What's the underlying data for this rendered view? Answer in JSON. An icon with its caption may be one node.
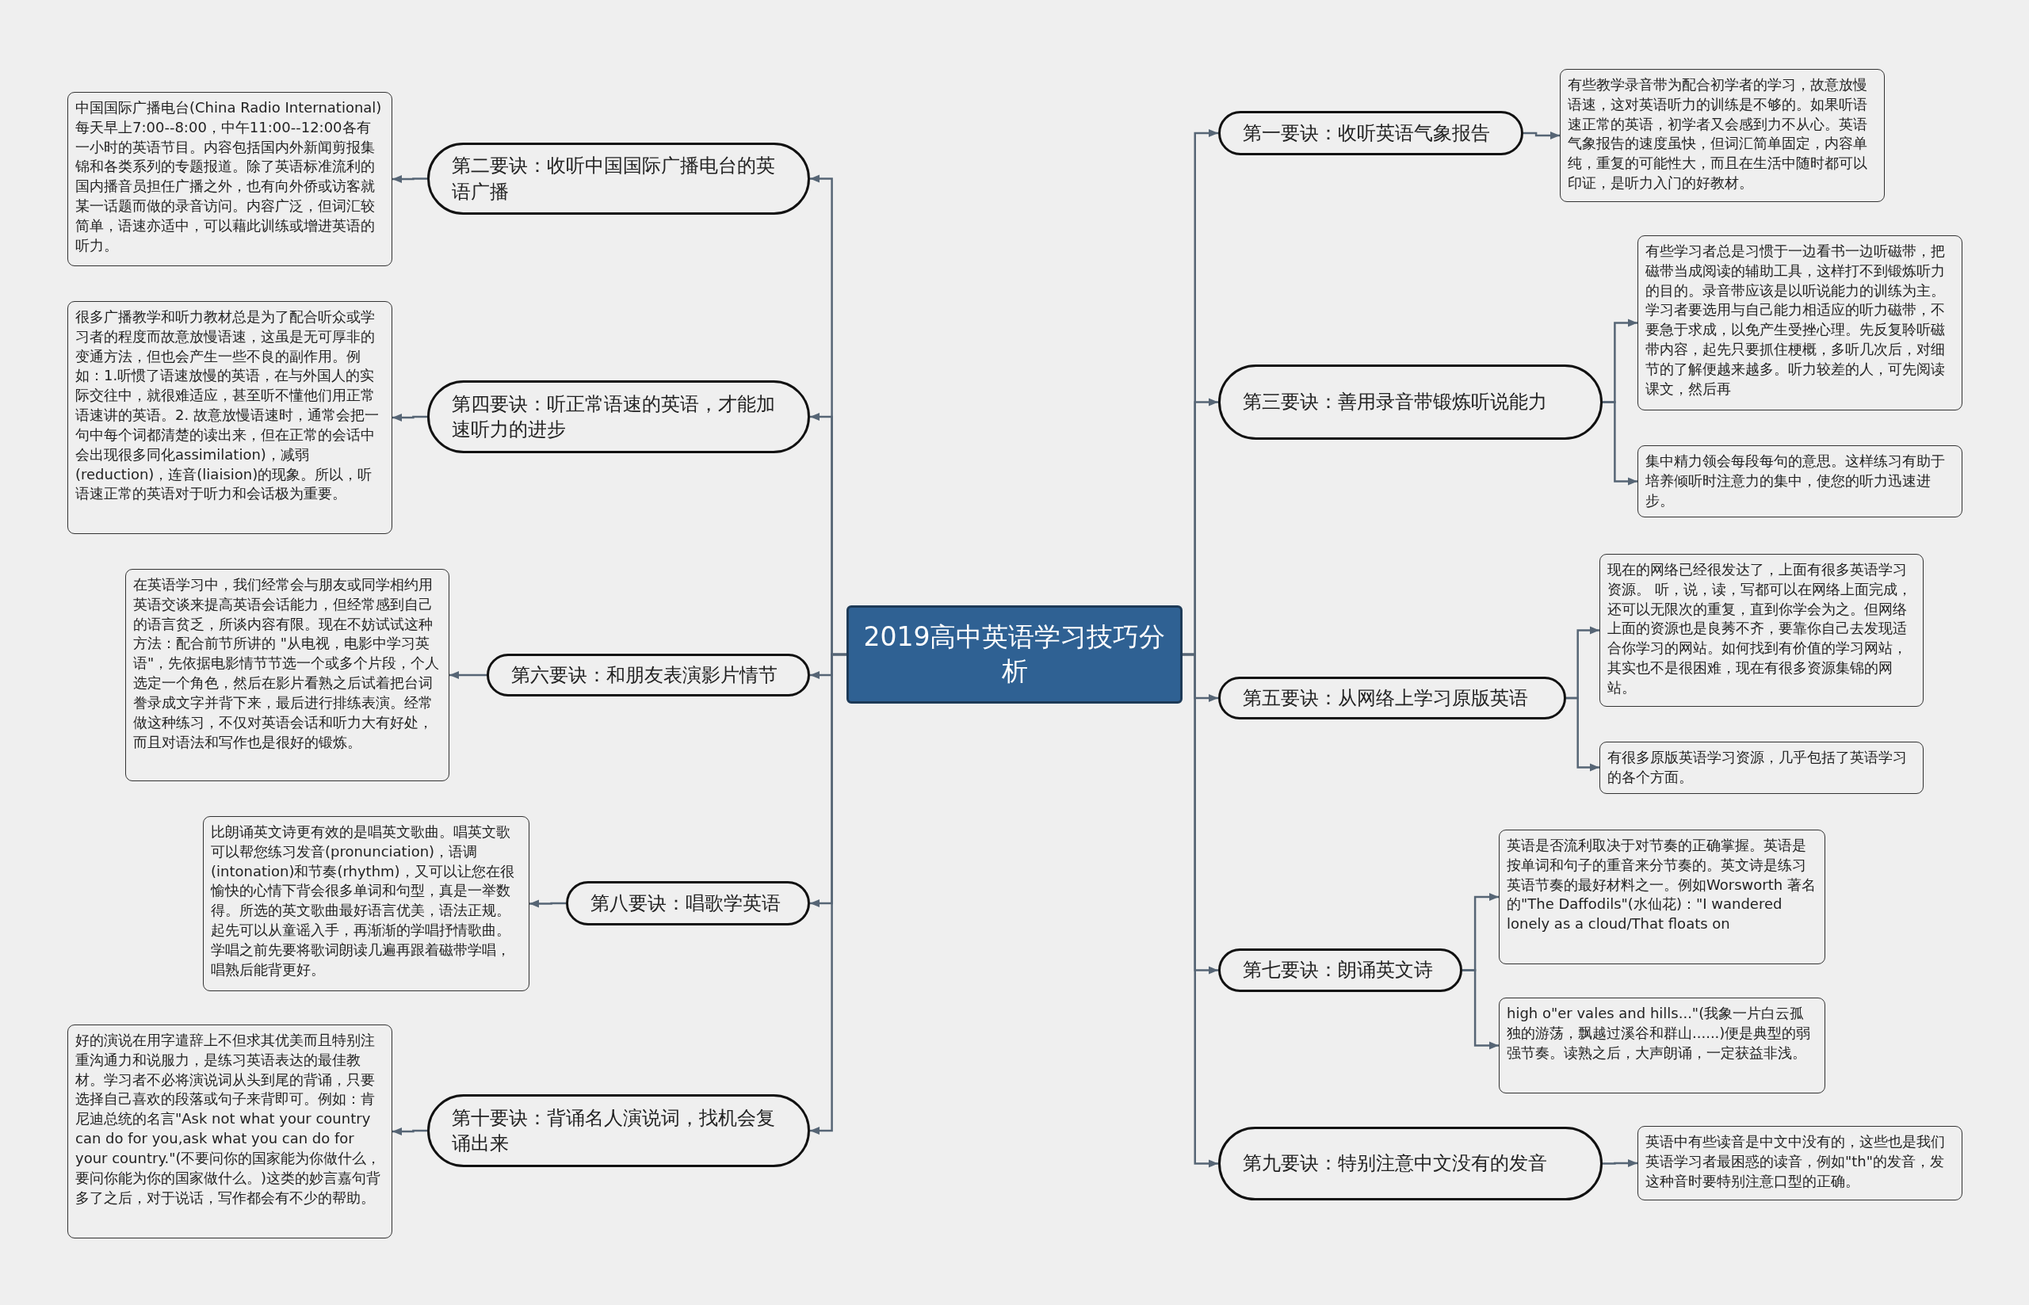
{
  "diagram": {
    "nodes": [
      {
        "text": [
          "2019高中英语学习技巧分析"
        ]
      },
      {
        "text": [
          "第一要诀：收听英语气象报告"
        ]
      },
      {
        "text": [
          "有些教学录音带为配合初学者的学习，故意放慢语速，这对英语听力的训练是不够的。如果听语速正常的英语，初学者又会感到力不从心。英语气象报告的速度虽快，但词汇简单固定，内容单纯，重复的可能性大，而且在生活中随时都可以印证，是听力入门的好教材。"
        ]
      },
      {
        "text": [
          "第二要诀：收听中国国际广播电台的英语广播"
        ]
      },
      {
        "text": [
          "中国国际广播电台(China Radio International)每天早上7:00--8:00，中午11:00--12:00各有一小时的英语节目。内容包括国内外新闻剪报集锦和各类系列的专题报道。除了英语标准流利的国内播音员担任广播之外，也有向外侨或访客就某一话题而做的录音访问。内容广泛，但词汇较简单，语速亦适中，可以藉此训练或增进英语的听力。"
        ]
      },
      {
        "text": [
          "第三要诀：善用录音带锻炼听说能力"
        ]
      },
      {
        "text": [
          "有些学习者总是习惯于一边看书一边听磁带，把磁带当成阅读的辅助工具，这样打不到锻炼听力的目的。录音带应该是以听说能力的训练为主。学习者要选用与自己能力相适应的听力磁带，不要急于求成，以免产生受挫心理。先反复聆听磁带内容，起先只要抓住梗概，多听几次后，对细节的了解便越来越多。听力较差的人，可先阅读课文，然后再"
        ]
      },
      {
        "text": [
          "集中精力领会每段每句的意思。这样练习有助于培养倾听时注意力的集中，使您的听力迅速进步。"
        ]
      },
      {
        "text": [
          "第四要诀：听正常语速的英语，才能加速听力的进步"
        ]
      },
      {
        "text": [
          "很多广播教学和听力教材总是为了配合听众或学习者的程度而故意放慢语速，这虽是无可厚非的变通方法，但也会产生一些不良的副作用。例如：1.听惯了语速放慢的英语，在与外国人的实际交往中，就很难适应，甚至听不懂他们用正常语速讲的英语。2. 故意放慢语速时，通常会把一句中每个词都清楚的读出来，但在正常的会话中会出现很多同化assimilation)，减弱(reduction)，连音(liaision)的现象。所以，听语速正常的英语对于听力和会话极为重要。"
        ]
      },
      {
        "text": [
          "第五要诀：从网络上学习原版英语"
        ]
      },
      {
        "text": [
          "现在的网络已经很发达了，上面有很多英语学习资源。 听，说，读，写都可以在网络上面完成，还可以无限次的重复，直到你学会为之。但网络上面的资源也是良莠不齐，要靠你自己去发现适合你学习的网站。如何找到有价值的学习网站，其实也不是很困难，现在有很多资源集锦的网站。"
        ]
      },
      {
        "text": [
          "有很多原版英语学习资源，几乎包括了英语学习的各个方面。"
        ]
      },
      {
        "text": [
          "第六要诀：和朋友表演影片情节"
        ]
      },
      {
        "text": [
          "在英语学习中，我们经常会与朋友或同学相约用英语交谈来提高英语会话能力，但经常感到自己的语言贫乏，所谈内容有限。现在不妨试试这种方法：配合前节所讲的 \"从电视，电影中学习英语\"，先依据电影情节节选一个或多个片段，个人选定一个角色，然后在影片看熟之后试着把台词誊录成文字并背下来，最后进行排练表演。经常做这种练习，不仅对英语会话和听力大有好处，而且对语法和写作也是很好的锻炼。"
        ]
      },
      {
        "text": [
          "第七要诀：朗诵英文诗"
        ]
      },
      {
        "text": [
          "英语是否流利取决于对节奏的正确掌握。英语是按单词和句子的重音来分节奏的。英文诗是练习英语节奏的最好材料之一。例如Worsworth 著名的\"The Daffodils\"(水仙花)：\"I wandered lonely as a cloud/That floats on"
        ]
      },
      {
        "text": [
          "high o\"er vales and hills...\"(我象一片白云孤独的游荡，飘越过溪谷和群山......)便是典型的弱强节奏。读熟之后，大声朗诵，一定获益非浅。"
        ]
      },
      {
        "text": [
          "第八要诀：唱歌学英语"
        ]
      },
      {
        "text": [
          "比朗诵英文诗更有效的是唱英文歌曲。唱英文歌可以帮您练习发音(pronunciation)，语调(intonation)和节奏(rhythm)，又可以让您在很愉快的心情下背会很多单词和句型，真是一举数得。所选的英文歌曲最好语言优美，语法正规。起先可以从童谣入手，再渐渐的学唱抒情歌曲。学唱之前先要将歌词朗读几遍再跟着磁带学唱，唱熟后能背更好。"
        ]
      },
      {
        "text": [
          "第九要诀：特别注意中文没有的发音"
        ]
      },
      {
        "text": [
          "英语中有些读音是中文中没有的，这些也是我们英语学习者最困惑的读音，例如\"th\"的发音，发这种音时要特别注意口型的正确。"
        ]
      },
      {
        "text": [
          "第十要诀：背诵名人演说词，找机会复诵出来"
        ]
      },
      {
        "text": [
          "好的演说在用字遣辞上不但求其优美而且特别注重沟通力和说服力，是练习英语表达的最佳教材。学习者不必将演说词从头到尾的背诵，只要选择自己喜欢的段落或句子来背即可。例如：肯尼迪总统的名言\"Ask not what your country can do for you,ask what you can do for your country.\"(不要问你的国家能为你做什么，要问你能为你的国家做什么。)这类的妙言嘉句背多了之后，对于说话，写作都会有不少的帮助。"
        ]
      }
    ],
    "edges": [
      {
        "from": 0,
        "to": 1,
        "arrow": "to"
      },
      {
        "from": 1,
        "to": 2,
        "arrow": "to"
      },
      {
        "from": 0,
        "to": 3,
        "arrow": "to"
      },
      {
        "from": 3,
        "to": 4,
        "arrow": "to"
      },
      {
        "from": 0,
        "to": 5,
        "arrow": "to"
      },
      {
        "from": 5,
        "to": 6,
        "arrow": "to"
      },
      {
        "from": 5,
        "to": 7,
        "arrow": "to"
      },
      {
        "from": 0,
        "to": 8,
        "arrow": "to"
      },
      {
        "from": 8,
        "to": 9,
        "arrow": "to"
      },
      {
        "from": 0,
        "to": 10,
        "arrow": "to"
      },
      {
        "from": 10,
        "to": 11,
        "arrow": "to"
      },
      {
        "from": 10,
        "to": 12,
        "arrow": "to"
      },
      {
        "from": 0,
        "to": 13,
        "arrow": "to"
      },
      {
        "from": 13,
        "to": 14,
        "arrow": "to"
      },
      {
        "from": 0,
        "to": 15,
        "arrow": "to"
      },
      {
        "from": 15,
        "to": 16,
        "arrow": "to"
      },
      {
        "from": 15,
        "to": 17,
        "arrow": "to"
      },
      {
        "from": 0,
        "to": 18,
        "arrow": "to"
      },
      {
        "from": 18,
        "to": 19,
        "arrow": "to"
      },
      {
        "from": 0,
        "to": 20,
        "arrow": "to"
      },
      {
        "from": 20,
        "to": 21,
        "arrow": "to"
      },
      {
        "from": 0,
        "to": 22,
        "arrow": "to"
      },
      {
        "from": 22,
        "to": 23,
        "arrow": "to"
      }
    ]
  }
}
